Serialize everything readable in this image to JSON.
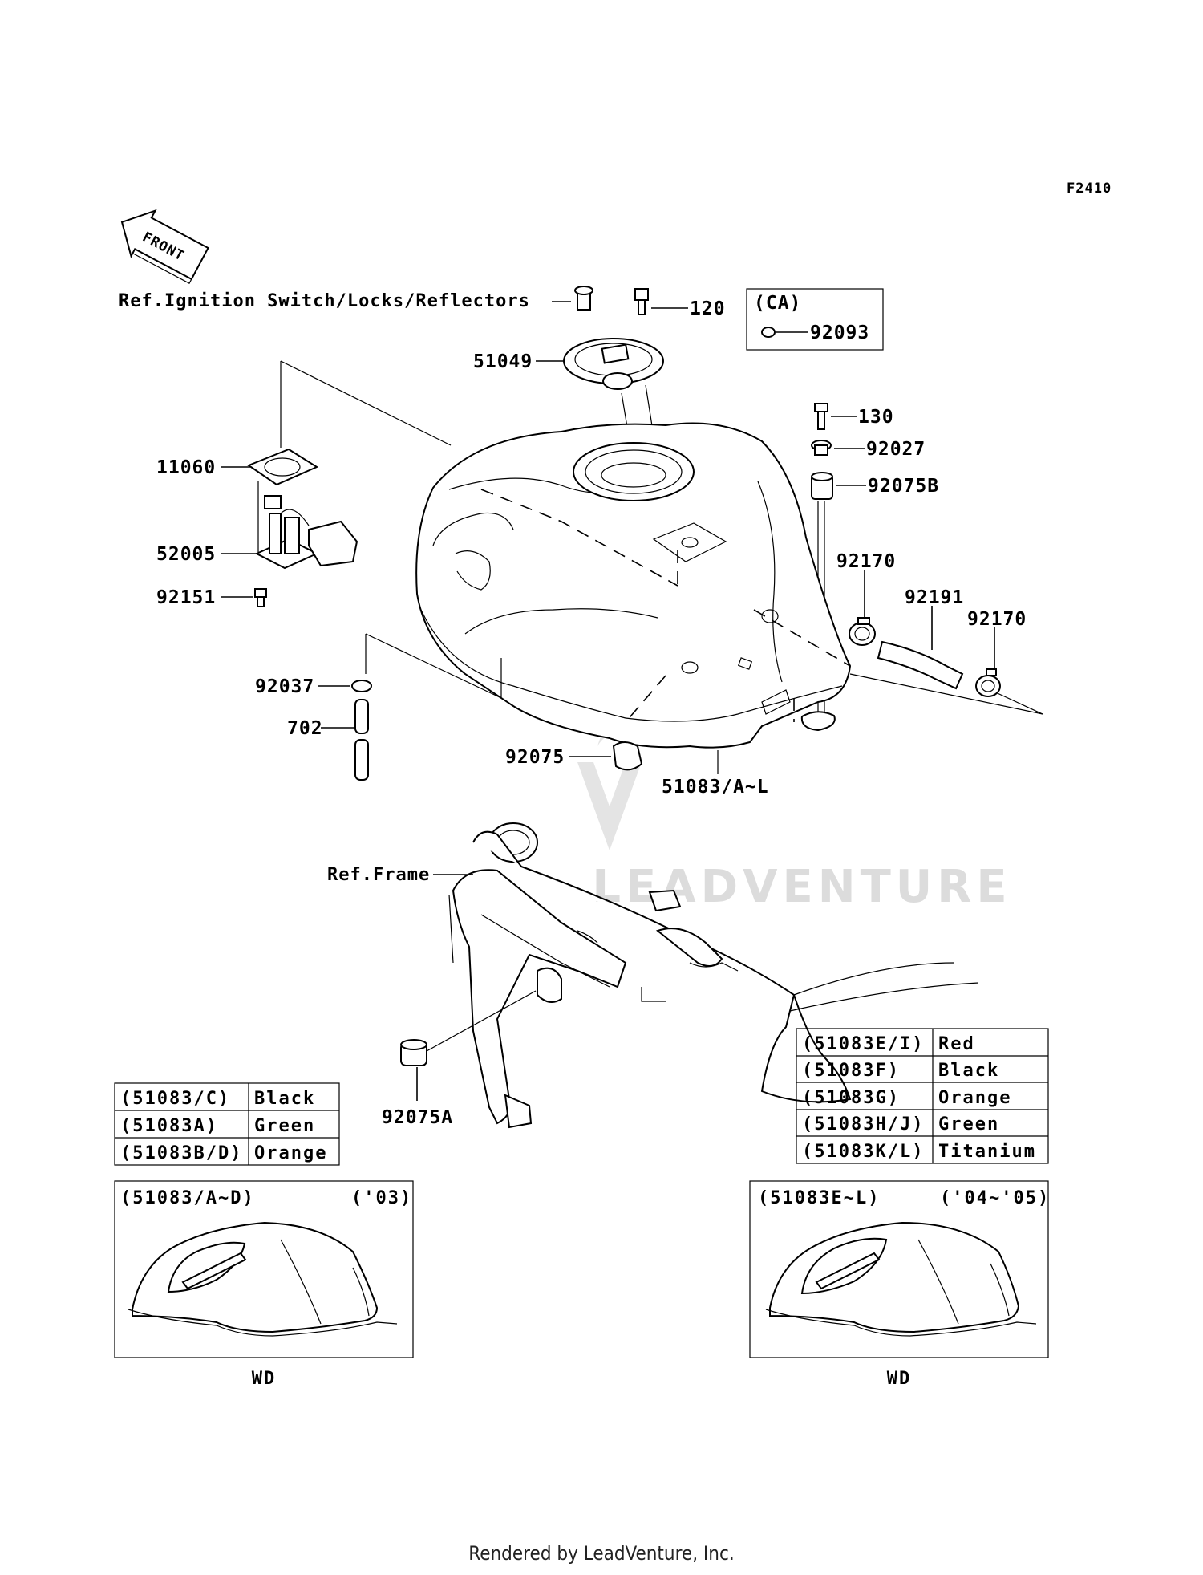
{
  "diagram_code": "F2410",
  "front_arrow_label": "FRONT",
  "references": {
    "ignition": "Ref.Ignition Switch/Locks/Reflectors",
    "frame": "Ref.Frame"
  },
  "ca_box": {
    "title": "(CA)",
    "part": "92093"
  },
  "parts": {
    "p120": "120",
    "p51049": "51049",
    "p130": "130",
    "p92027": "92027",
    "p92075B": "92075B",
    "p11060": "11060",
    "p52005": "52005",
    "p92151": "92151",
    "p92170a": "92170",
    "p92191": "92191",
    "p92170b": "92170",
    "p92037": "92037",
    "p702": "702",
    "p92075": "92075",
    "p51083": "51083/A~L",
    "p92075A": "92075A"
  },
  "color_table_left": [
    {
      "code": "(51083/C)",
      "color": "Black"
    },
    {
      "code": "(51083A)",
      "color": "Green"
    },
    {
      "code": "(51083B/D)",
      "color": "Orange"
    }
  ],
  "color_table_right": [
    {
      "code": "(51083E/I)",
      "color": "Red"
    },
    {
      "code": "(51083F)",
      "color": "Black"
    },
    {
      "code": "(51083G)",
      "color": "Orange"
    },
    {
      "code": "(51083H/J)",
      "color": "Green"
    },
    {
      "code": "(51083K/L)",
      "color": "Titanium"
    }
  ],
  "inset_left": {
    "code": "(51083/A~D)",
    "year": "('03)",
    "caption": "WD"
  },
  "inset_right": {
    "code": "(51083E~L)",
    "year": "('04~'05)",
    "caption": "WD"
  },
  "watermark": "LEADVENTURE",
  "footer": "Rendered by LeadVenture, Inc."
}
